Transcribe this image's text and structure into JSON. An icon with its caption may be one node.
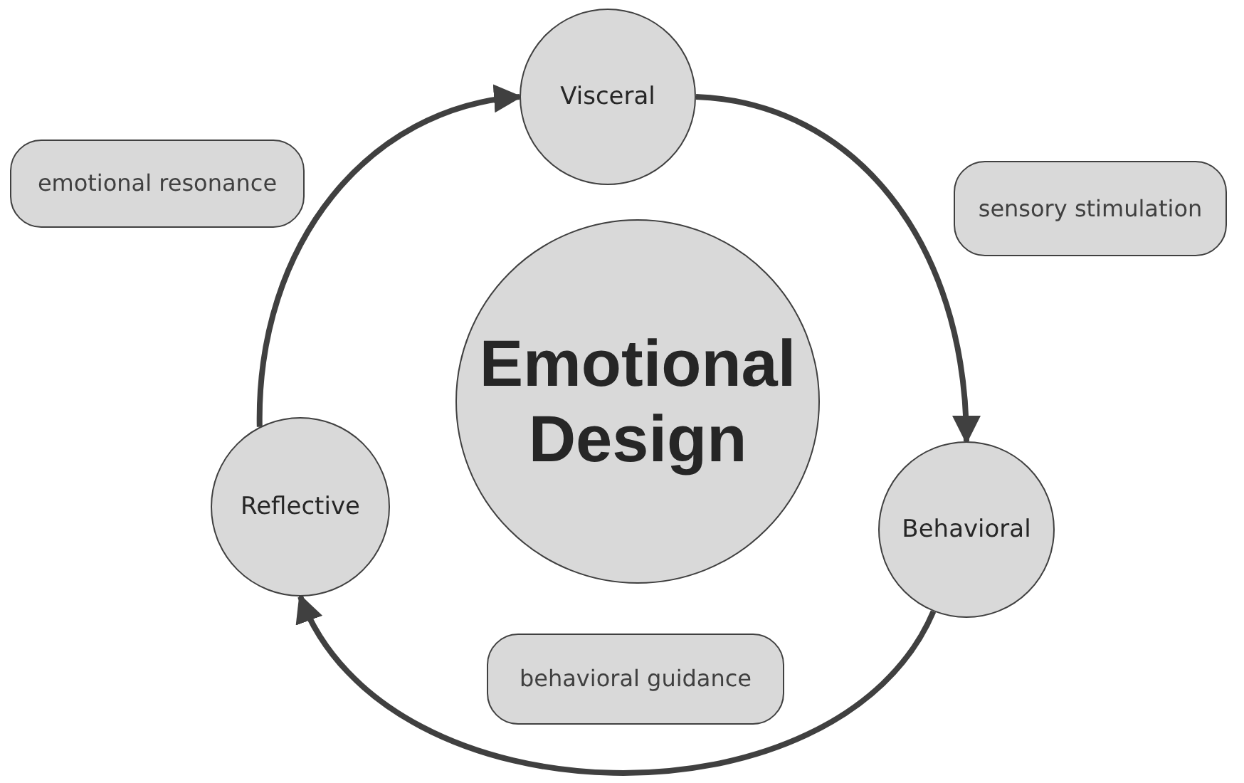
{
  "diagram": {
    "nodes": [
      {
        "text": [
          "Visceral"
        ]
      },
      {
        "text": [
          "emotional resonance"
        ]
      },
      {
        "text": [
          "sensory stimulation"
        ]
      },
      {
        "text": [
          "Emotional Design"
        ]
      },
      {
        "text": [
          "Reflective"
        ]
      },
      {
        "text": [
          "Behavioral"
        ]
      },
      {
        "text": [
          "behavioral guidance"
        ]
      }
    ],
    "edges": [
      {
        "from": 4,
        "to": 0,
        "arrow": "to"
      },
      {
        "from": 0,
        "to": 5,
        "arrow": "to"
      },
      {
        "from": 5,
        "to": 4,
        "arrow": "to"
      }
    ]
  }
}
